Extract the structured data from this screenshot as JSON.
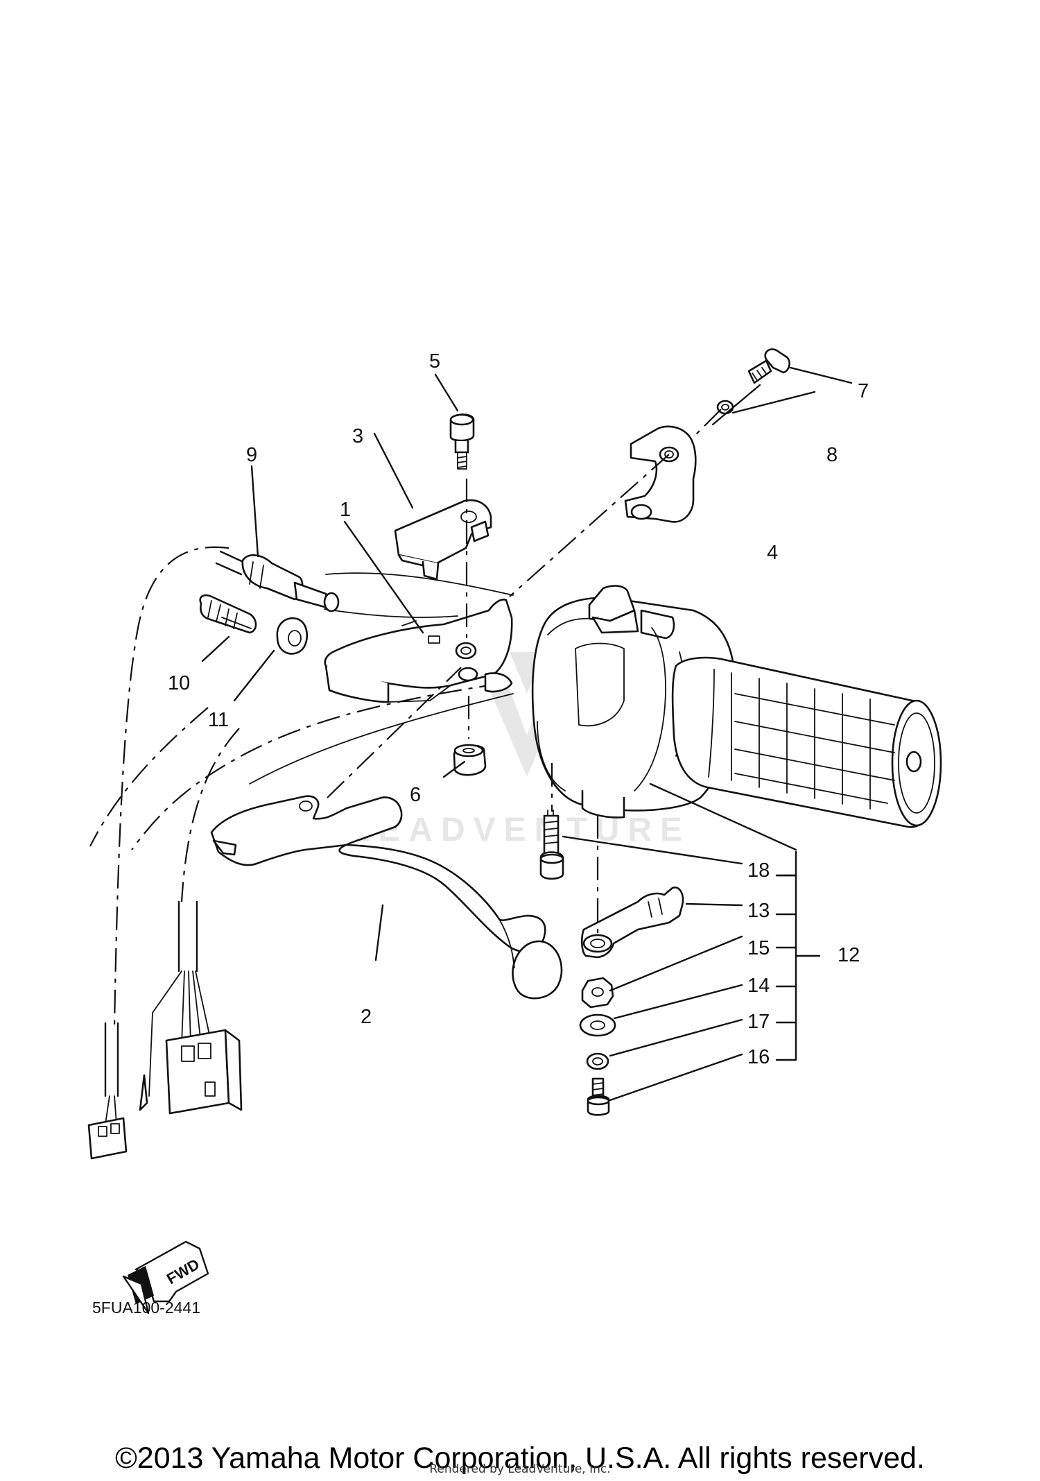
{
  "callouts": {
    "c1": "1",
    "c2": "2",
    "c3": "3",
    "c4": "4",
    "c5": "5",
    "c6": "6",
    "c7": "7",
    "c8": "8",
    "c9": "9",
    "c10": "10",
    "c11": "11",
    "c12": "12",
    "c13": "13",
    "c14": "14",
    "c15": "15",
    "c16": "16",
    "c17": "17",
    "c18": "18"
  },
  "direction_label": "FWD",
  "diagram_code": "5FUA100-2441",
  "watermark": "LEADVENTURE",
  "copyright": "©2013 Yamaha Motor Corporation, U.S.A. All rights reserved.",
  "rendered_by": "Rendered by LeadVenture, Inc."
}
